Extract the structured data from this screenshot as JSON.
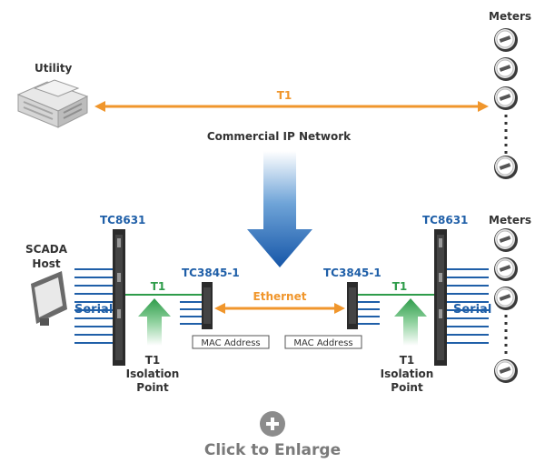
{
  "labels": {
    "utility": "Utility",
    "meters_top": "Meters",
    "meters_bottom": "Meters",
    "t1_top": "T1",
    "commercial_network": "Commercial IP Network",
    "tc8631_left": "TC8631",
    "tc8631_right": "TC8631",
    "scada_line1": "SCADA",
    "scada_line2": "Host",
    "serial_left": "Serial",
    "serial_right": "Serial",
    "t1_left": "T1",
    "t1_right": "T1",
    "tc3845_left": "TC3845-1",
    "tc3845_right": "TC3845-1",
    "ethernet": "Ethernet",
    "mac_left": "MAC Address",
    "mac_right": "MAC Address",
    "iso_left": [
      "T1",
      "Isolation",
      "Point"
    ],
    "iso_right": [
      "T1",
      "Isolation",
      "Point"
    ]
  },
  "enlarge": {
    "label": "Click to Enlarge",
    "icon": "plus-circle-icon"
  },
  "colors": {
    "blue": "#1f5fa8",
    "orange": "#f0962c",
    "green": "#2e9c4a",
    "dark": "#333333",
    "gray": "#7a7a7a"
  }
}
